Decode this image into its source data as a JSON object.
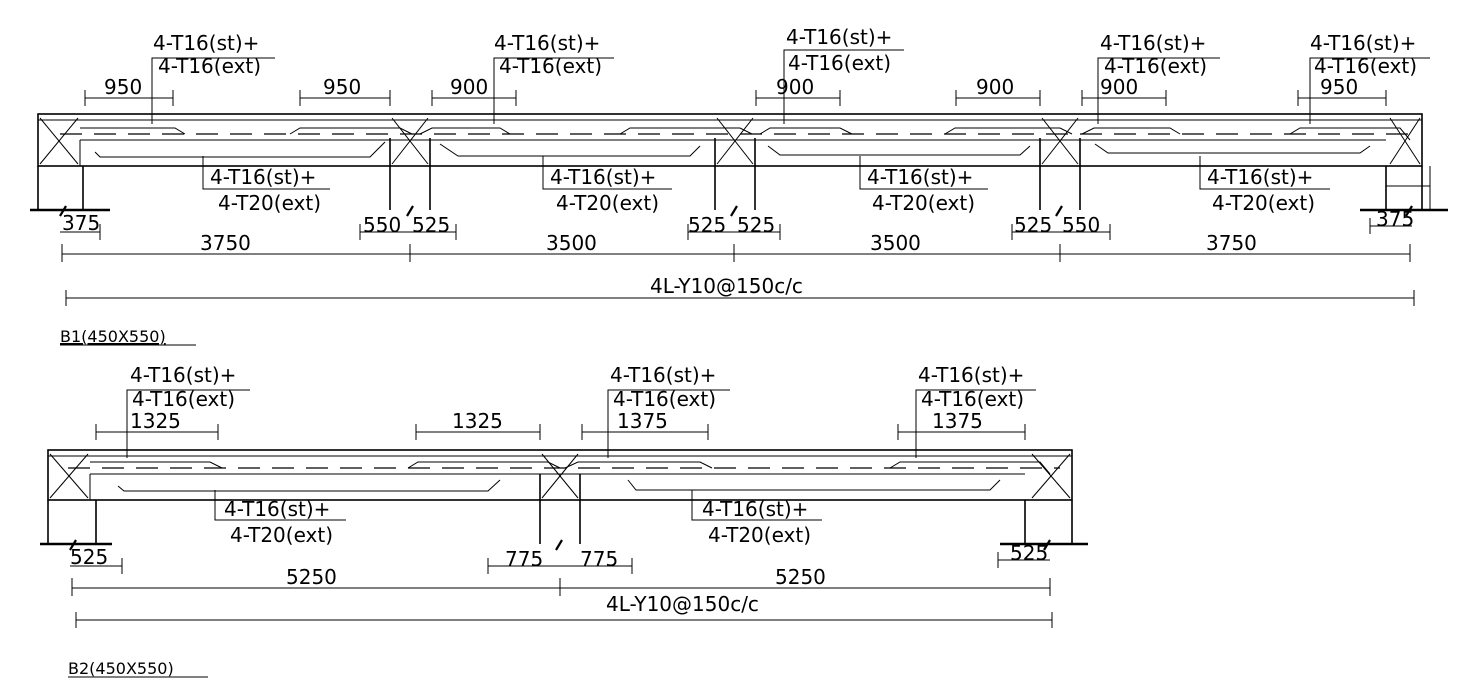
{
  "colors": {
    "ink": "#000000",
    "paper": "#ffffff"
  },
  "beams": [
    {
      "label": "B1(450X550)",
      "stirrups": "4L-Y10@150c/c",
      "spans": [
        "3750",
        "3500",
        "3500",
        "3750"
      ],
      "supports": [
        "375",
        "550",
        "525",
        "525",
        "525",
        "525",
        "550",
        "375"
      ],
      "top_bars": [
        {
          "st": "4-T16(st)+",
          "ext": "4-T16(ext)"
        },
        {
          "st": "4-T16(st)+",
          "ext": "4-T16(ext)"
        },
        {
          "st": "4-T16(st)+",
          "ext": "4-T16(ext)"
        },
        {
          "st": "4-T16(st)+",
          "ext": "4-T16(ext)"
        },
        {
          "st": "4-T16(st)+",
          "ext": "4-T16(ext)"
        }
      ],
      "bottom_bars": [
        {
          "st": "4-T16(st)+",
          "ext": "4-T20(ext)"
        },
        {
          "st": "4-T16(st)+",
          "ext": "4-T20(ext)"
        },
        {
          "st": "4-T16(st)+",
          "ext": "4-T20(ext)"
        },
        {
          "st": "4-T16(st)+",
          "ext": "4-T20(ext)"
        }
      ],
      "extensions": [
        "950",
        "950",
        "900",
        "900",
        "900",
        "900",
        "950"
      ]
    },
    {
      "label": "B2(450X550)",
      "stirrups": "4L-Y10@150c/c",
      "spans": [
        "5250",
        "5250"
      ],
      "supports": [
        "525",
        "775",
        "775",
        "525"
      ],
      "top_bars": [
        {
          "st": "4-T16(st)+",
          "ext": "4-T16(ext)"
        },
        {
          "st": "4-T16(st)+",
          "ext": "4-T16(ext)"
        },
        {
          "st": "4-T16(st)+",
          "ext": "4-T16(ext)"
        }
      ],
      "bottom_bars": [
        {
          "st": "4-T16(st)+",
          "ext": "4-T20(ext)"
        },
        {
          "st": "4-T16(st)+",
          "ext": "4-T20(ext)"
        }
      ],
      "extensions": [
        "1325",
        "1325",
        "1375",
        "1375"
      ]
    }
  ]
}
